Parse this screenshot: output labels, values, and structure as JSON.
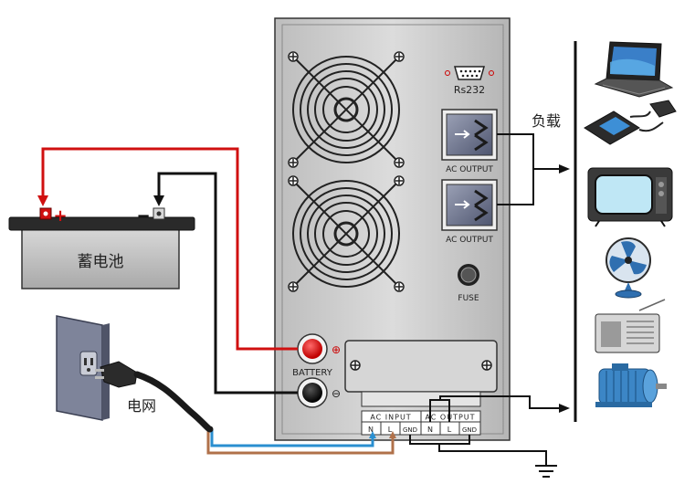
{
  "ups_panel": {
    "rs232_label": "Rs232",
    "ac_output_label_1": "AC OUTPUT",
    "ac_output_label_2": "AC OUTPUT",
    "fuse_label": "FUSE",
    "battery_label": "BATTERY",
    "positive_symbol": "⊕",
    "negative_symbol": "⊖"
  },
  "terminal_block": {
    "input_header": "AC INPUT",
    "output_header": "AC OUTPUT",
    "input_terminals": [
      "N",
      "L",
      "GND"
    ],
    "output_terminals": [
      "N",
      "L",
      "GND"
    ]
  },
  "battery": {
    "label": "蓄电池",
    "positive_mark": "+",
    "negative_mark": "−"
  },
  "load_label": "负载",
  "grid_label": "电网",
  "loads": [
    "laptop-icon",
    "phone-charger-icon",
    "television-icon",
    "desk-fan-icon",
    "radio-icon",
    "electric-motor-icon"
  ],
  "colors": {
    "positive_wire": "#d01010",
    "negative_wire": "#111111",
    "neutral_wire": "#2a8fd0",
    "live_wire": "#b0714a",
    "ups_case": "#cfcfcf"
  }
}
